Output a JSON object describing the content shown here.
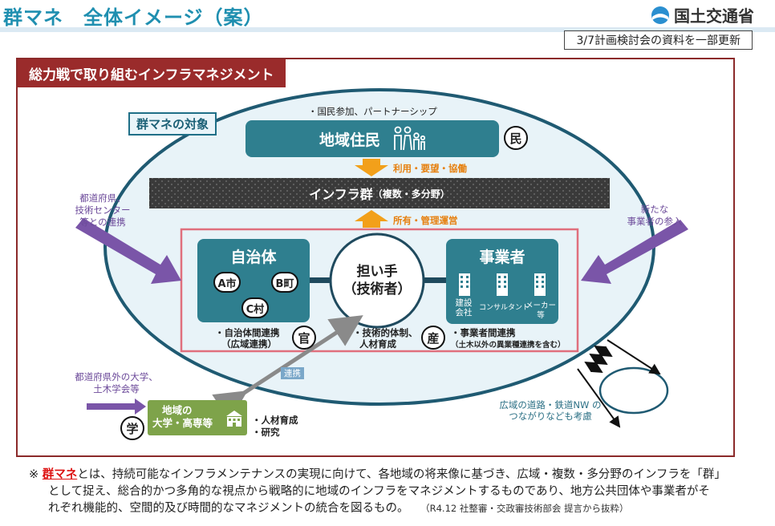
{
  "header": {
    "title": "群マネ　全体イメージ（案）",
    "ministry": "国土交通省",
    "update_note": "3/7計画検討会の資料を一部更新"
  },
  "frame": {
    "label": "総力戦で取り組むインフラマネジメント",
    "target_label": "群マネの対象"
  },
  "residents": {
    "note": "・国民参加、パートナーシップ",
    "label": "地域住民",
    "badge": "民",
    "arrow_label": "利用・要望・協働"
  },
  "infra": {
    "label": "インフラ群",
    "sub": "（複数・多分野）",
    "arrow_label": "所有・管理運営"
  },
  "municipality": {
    "label": "自治体",
    "nodes": [
      "A市",
      "B町",
      "C村"
    ],
    "notes": [
      "・自治体間連携",
      "（広域連携）"
    ],
    "badge": "官"
  },
  "bearer": {
    "label_line1": "担い手",
    "label_line2": "（技術者）",
    "notes": [
      "・技術的体制、",
      "人材育成"
    ]
  },
  "business": {
    "label": "事業者",
    "types": [
      "建設\n会社",
      "コンサルタント",
      "メーカー\n等"
    ],
    "notes": [
      "・事業者間連携",
      "（土木以外の異業種連携を含む）"
    ],
    "badge": "産"
  },
  "left_arrow": {
    "lines": [
      "都道府県、",
      "技術センター",
      "等との連携"
    ]
  },
  "right_arrow": {
    "lines": [
      "新たな",
      "事業者の参入"
    ]
  },
  "link_label": "連携",
  "university": {
    "outside_lines": [
      "都道府県外の大学、",
      "土木学会等"
    ],
    "label_line1": "地域の",
    "label_line2": "大学・高専等",
    "badge": "学",
    "notes": [
      "・人材育成",
      "・研究"
    ]
  },
  "network": {
    "lines": [
      "広域の道路・鉄道NW の",
      "つながりなども考慮"
    ]
  },
  "footnote": {
    "mark": "※",
    "term": "群マネ",
    "line1": "とは、持続可能なインフラメンテナンスの実現に向けて、各地域の将来像に基づき、広域・複数・多分野のインフラを「群」",
    "line2": "として捉え、総合的かつ多角的な視点から戦略的に地域のインフラをマネジメントするものであり、地方公共団体や事業者がそ",
    "line3": "れぞれ機能的、空間的及び時間的なマネジメントの統合を図るもの。",
    "citation": "（R4.12 社整審・交政審技術部会 提言から抜粋）"
  },
  "colors": {
    "accent_teal": "#2f7f8f",
    "frame_red": "#9a2b2b",
    "orange_arrow": "#f2a01a",
    "purple_arrow": "#7a55a8",
    "green_box": "#7ea34a"
  }
}
